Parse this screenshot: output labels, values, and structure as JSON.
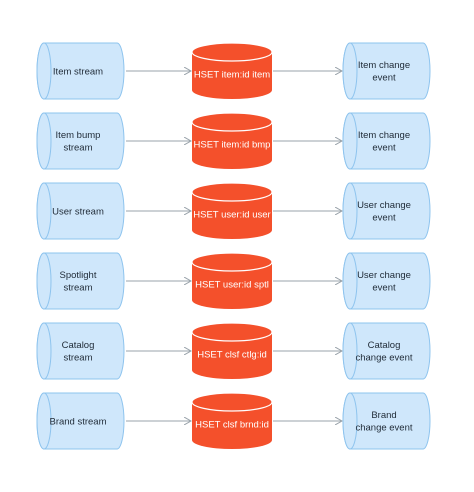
{
  "colors": {
    "stream_fill": "#cfe7fb",
    "stream_stroke": "#8ec4ee",
    "store_fill": "#f4502b",
    "store_stroke": "#ffffff",
    "arrow": "#9aa3ab",
    "text_dark": "#1f2a36",
    "text_light": "#ffffff"
  },
  "rows": [
    {
      "source": [
        "Item stream"
      ],
      "store": [
        "HSET item:id item"
      ],
      "event": [
        "Item change",
        "event"
      ]
    },
    {
      "source": [
        "Item bump",
        "stream"
      ],
      "store": [
        "HSET item:id bmp"
      ],
      "event": [
        "Item change",
        "event"
      ]
    },
    {
      "source": [
        "User stream"
      ],
      "store": [
        "HSET user:id user"
      ],
      "event": [
        "User change",
        "event"
      ]
    },
    {
      "source": [
        "Spotlight",
        "stream"
      ],
      "store": [
        "HSET user:id sptl"
      ],
      "event": [
        "User change",
        "event"
      ]
    },
    {
      "source": [
        "Catalog",
        "stream"
      ],
      "store": [
        "HSET clsf ctlg:id"
      ],
      "event": [
        "Catalog",
        "change event"
      ]
    },
    {
      "source": [
        "Brand stream"
      ],
      "store": [
        "HSET clsf brnd:id"
      ],
      "event": [
        "Brand",
        "change event"
      ]
    }
  ]
}
